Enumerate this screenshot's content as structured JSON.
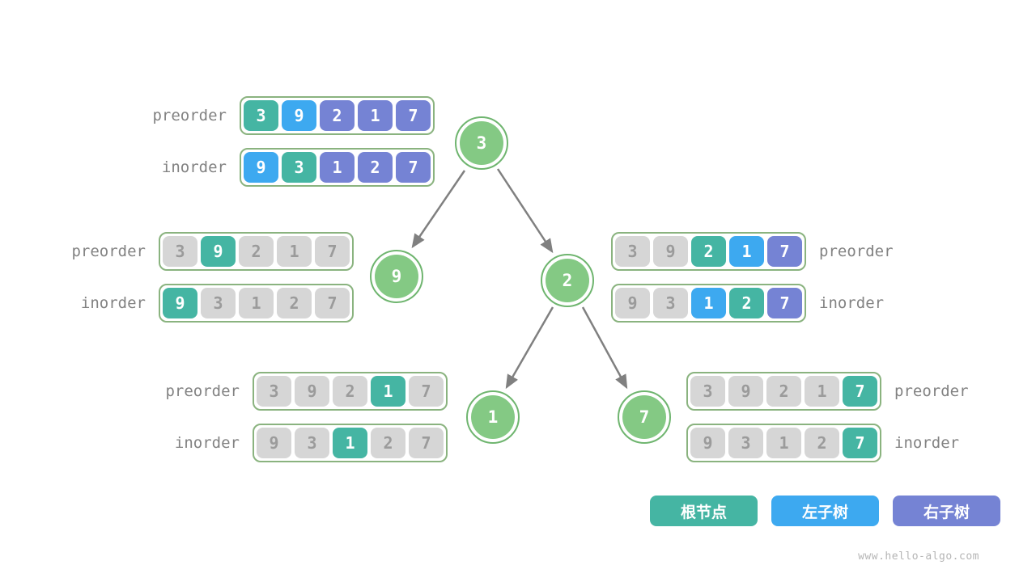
{
  "watermark": "www.hello-algo.com",
  "colors": {
    "root": "#45b5a3",
    "left": "#3da9f0",
    "right": "#7583d4",
    "inactive": "#d6d6d6",
    "inactive_text": "#9b9b9b",
    "node_fill": "#84c984",
    "node_border": "#6fb56f",
    "container_border": "#8ab37f",
    "label_text": "#828282",
    "arrow": "#808080"
  },
  "tree": {
    "nodes": [
      {
        "value": "3"
      },
      {
        "value": "9"
      },
      {
        "value": "2"
      },
      {
        "value": "1"
      },
      {
        "value": "7"
      }
    ]
  },
  "groups": [
    {
      "name": "root-3",
      "rows": [
        {
          "label": "preorder",
          "cells": [
            {
              "v": "3",
              "role": "root"
            },
            {
              "v": "9",
              "role": "left"
            },
            {
              "v": "2",
              "role": "right"
            },
            {
              "v": "1",
              "role": "right"
            },
            {
              "v": "7",
              "role": "right"
            }
          ]
        },
        {
          "label": "inorder",
          "cells": [
            {
              "v": "9",
              "role": "left"
            },
            {
              "v": "3",
              "role": "root"
            },
            {
              "v": "1",
              "role": "right"
            },
            {
              "v": "2",
              "role": "right"
            },
            {
              "v": "7",
              "role": "right"
            }
          ]
        }
      ]
    },
    {
      "name": "node-9",
      "rows": [
        {
          "label": "preorder",
          "cells": [
            {
              "v": "3",
              "role": "inactive"
            },
            {
              "v": "9",
              "role": "root"
            },
            {
              "v": "2",
              "role": "inactive"
            },
            {
              "v": "1",
              "role": "inactive"
            },
            {
              "v": "7",
              "role": "inactive"
            }
          ]
        },
        {
          "label": "inorder",
          "cells": [
            {
              "v": "9",
              "role": "root"
            },
            {
              "v": "3",
              "role": "inactive"
            },
            {
              "v": "1",
              "role": "inactive"
            },
            {
              "v": "2",
              "role": "inactive"
            },
            {
              "v": "7",
              "role": "inactive"
            }
          ]
        }
      ]
    },
    {
      "name": "node-2",
      "rows": [
        {
          "label": "preorder",
          "cells": [
            {
              "v": "3",
              "role": "inactive"
            },
            {
              "v": "9",
              "role": "inactive"
            },
            {
              "v": "2",
              "role": "root"
            },
            {
              "v": "1",
              "role": "left"
            },
            {
              "v": "7",
              "role": "right"
            }
          ]
        },
        {
          "label": "inorder",
          "cells": [
            {
              "v": "9",
              "role": "inactive"
            },
            {
              "v": "3",
              "role": "inactive"
            },
            {
              "v": "1",
              "role": "left"
            },
            {
              "v": "2",
              "role": "root"
            },
            {
              "v": "7",
              "role": "right"
            }
          ]
        }
      ]
    },
    {
      "name": "node-1",
      "rows": [
        {
          "label": "preorder",
          "cells": [
            {
              "v": "3",
              "role": "inactive"
            },
            {
              "v": "9",
              "role": "inactive"
            },
            {
              "v": "2",
              "role": "inactive"
            },
            {
              "v": "1",
              "role": "root"
            },
            {
              "v": "7",
              "role": "inactive"
            }
          ]
        },
        {
          "label": "inorder",
          "cells": [
            {
              "v": "9",
              "role": "inactive"
            },
            {
              "v": "3",
              "role": "inactive"
            },
            {
              "v": "1",
              "role": "root"
            },
            {
              "v": "2",
              "role": "inactive"
            },
            {
              "v": "7",
              "role": "inactive"
            }
          ]
        }
      ]
    },
    {
      "name": "node-7",
      "rows": [
        {
          "label": "preorder",
          "cells": [
            {
              "v": "3",
              "role": "inactive"
            },
            {
              "v": "9",
              "role": "inactive"
            },
            {
              "v": "2",
              "role": "inactive"
            },
            {
              "v": "1",
              "role": "inactive"
            },
            {
              "v": "7",
              "role": "root"
            }
          ]
        },
        {
          "label": "inorder",
          "cells": [
            {
              "v": "9",
              "role": "inactive"
            },
            {
              "v": "3",
              "role": "inactive"
            },
            {
              "v": "1",
              "role": "inactive"
            },
            {
              "v": "2",
              "role": "inactive"
            },
            {
              "v": "7",
              "role": "root"
            }
          ]
        }
      ]
    }
  ],
  "legend": [
    {
      "label": "根节点",
      "role": "root"
    },
    {
      "label": "左子树",
      "role": "left"
    },
    {
      "label": "右子树",
      "role": "right"
    }
  ]
}
